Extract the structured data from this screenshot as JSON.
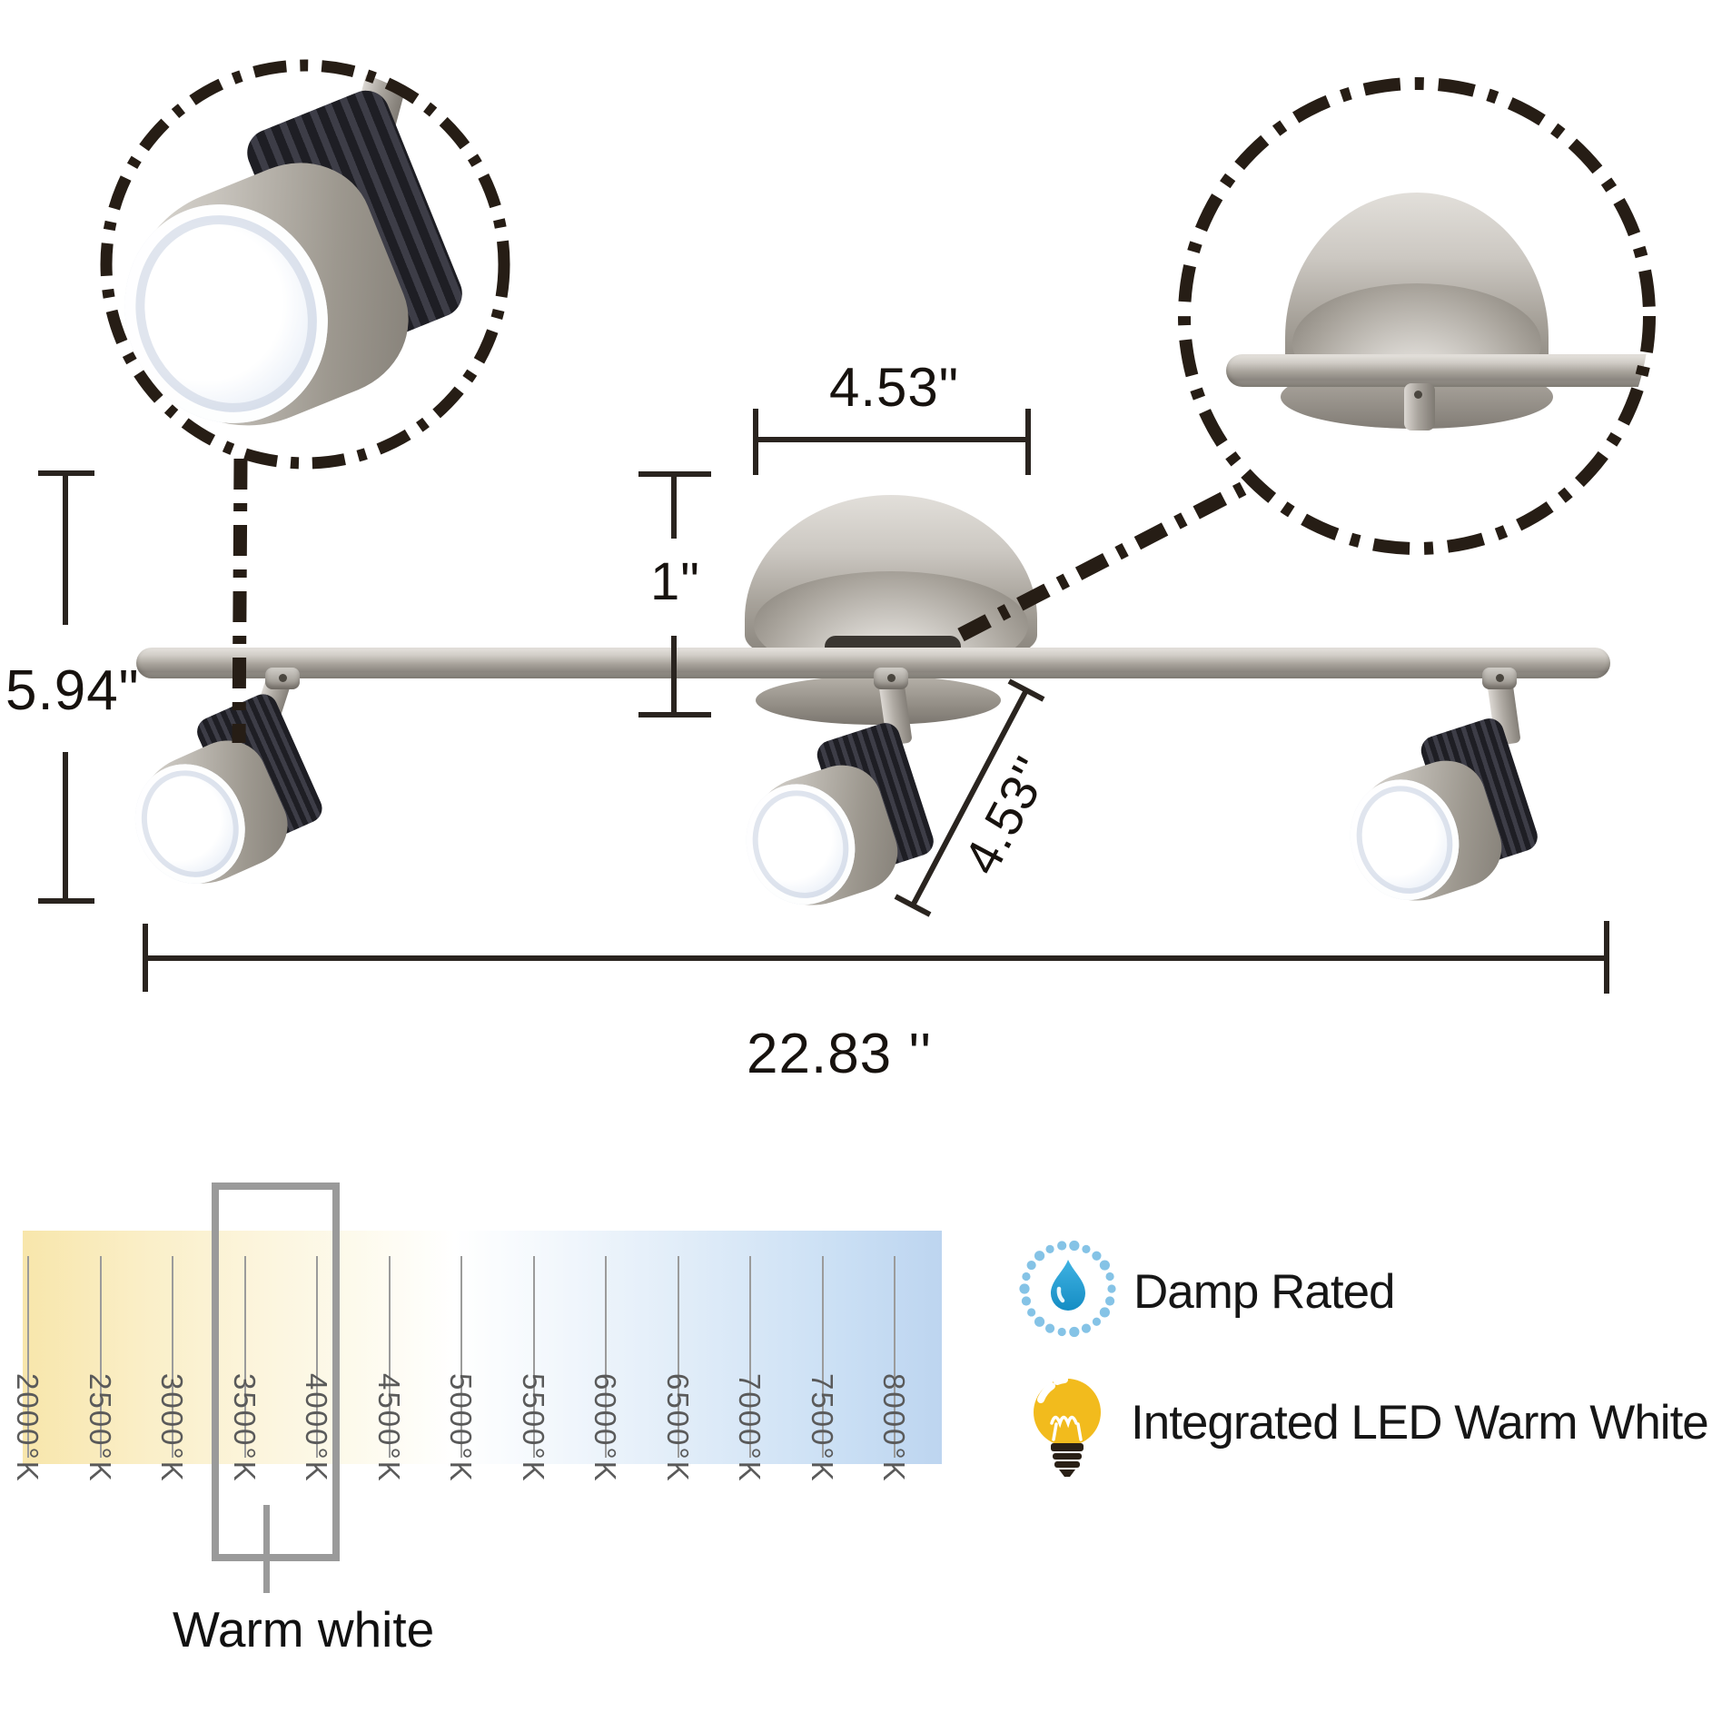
{
  "dims": {
    "fixture_height": "5.94\"",
    "canopy_width": "4.53\"",
    "canopy_height": "1\"",
    "head_size": "4.53''",
    "total_length": "22.83 ''"
  },
  "chart_data": {
    "type": "heatmap",
    "categories": [
      "2000°K",
      "2500°K",
      "3000°K",
      "3500°K",
      "4000°K",
      "4500°K",
      "5000°K",
      "5500°K",
      "6000°K",
      "6500°K",
      "7000°K",
      "7500°K",
      "8000°K"
    ],
    "highlighted_category": "3500°K",
    "highlight_caption": "Warm white",
    "axis_range": [
      "2000°K",
      "8000°K"
    ],
    "gradient_stops": [
      "#f8e6ab",
      "#fcf5dd",
      "#ffffff",
      "#e8f1fa",
      "#bdd5f0"
    ],
    "legend_position": "none",
    "grid": false
  },
  "features": [
    {
      "icon": "water-drop-icon",
      "label": "Damp Rated"
    },
    {
      "icon": "light-bulb-icon",
      "label": "Integrated LED Warm White"
    }
  ],
  "colors": {
    "dimension_lines": "#2a241f",
    "metal": "#aaa49c",
    "highlight_box_gray": "#9a9a9a",
    "drop_blue": "#29a3d7",
    "drop_dot_blue": "#85c3e6",
    "bulb_yellow": "#f2bb1d",
    "bulb_base_dark": "#2a2016"
  }
}
